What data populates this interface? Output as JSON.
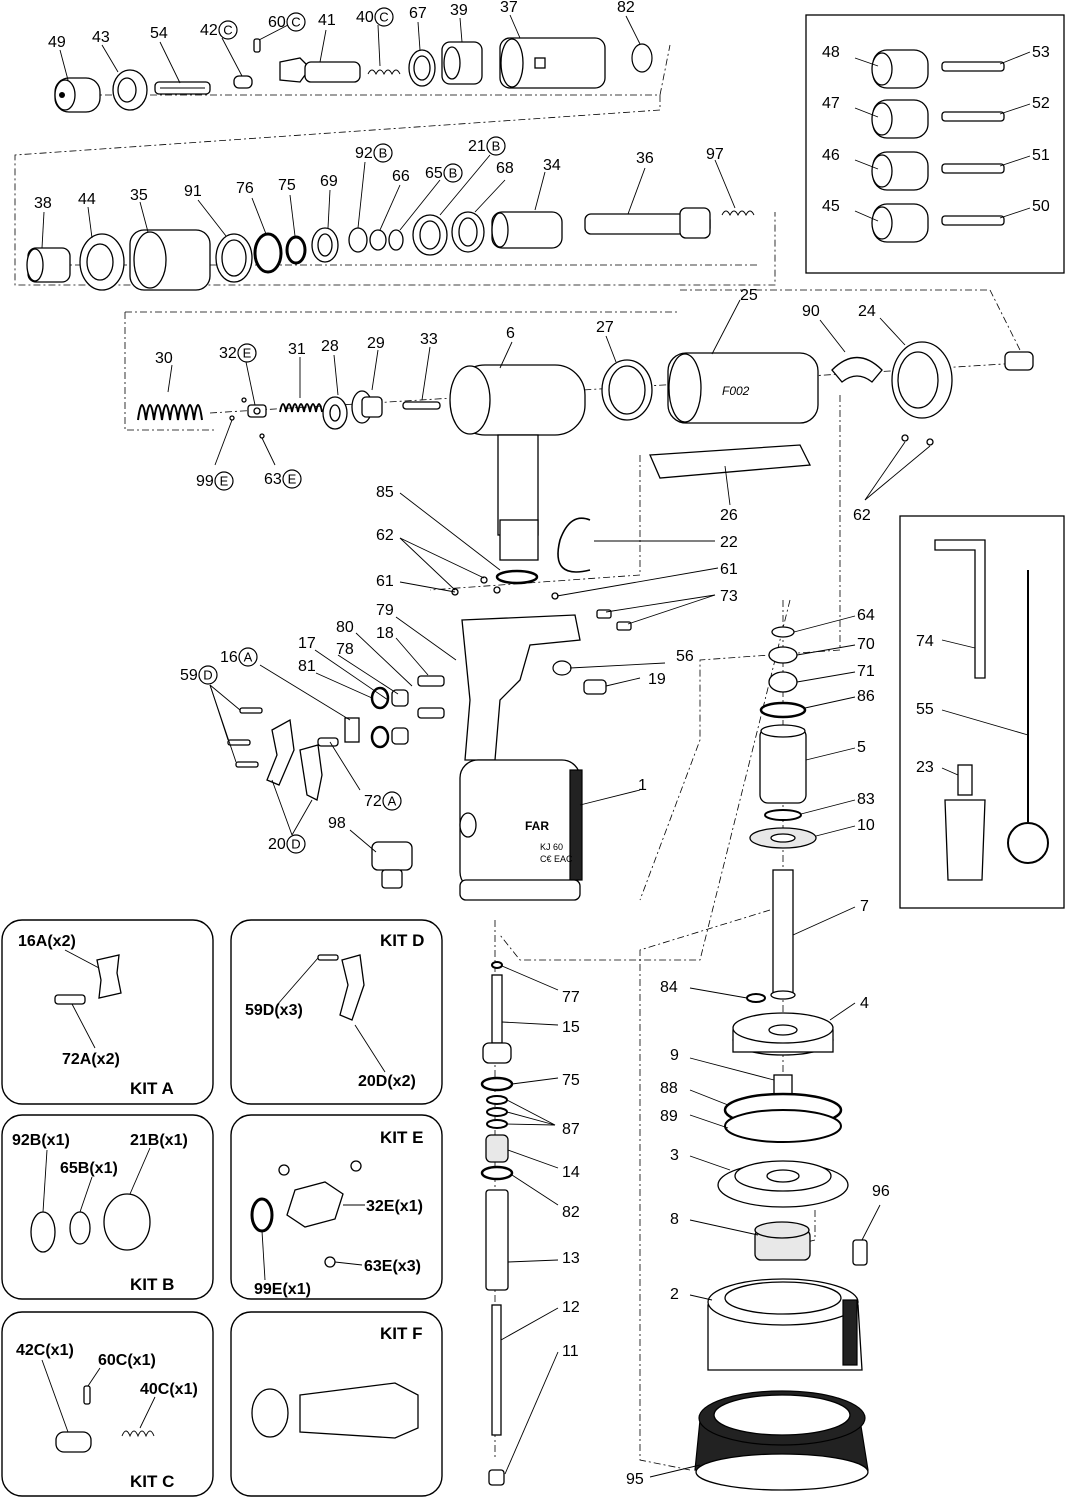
{
  "callouts": [
    {
      "id": "c49",
      "text": "49"
    },
    {
      "id": "c43",
      "text": "43"
    },
    {
      "id": "c54",
      "text": "54"
    },
    {
      "id": "c42",
      "text": "42",
      "letter": "C"
    },
    {
      "id": "c60",
      "text": "60",
      "letter": "C"
    },
    {
      "id": "c41",
      "text": "41"
    },
    {
      "id": "c40",
      "text": "40",
      "letter": "C"
    },
    {
      "id": "c67",
      "text": "67"
    },
    {
      "id": "c39",
      "text": "39"
    },
    {
      "id": "c37",
      "text": "37"
    },
    {
      "id": "c82a",
      "text": "82"
    },
    {
      "id": "c38",
      "text": "38"
    },
    {
      "id": "c44",
      "text": "44"
    },
    {
      "id": "c35",
      "text": "35"
    },
    {
      "id": "c91",
      "text": "91"
    },
    {
      "id": "c76",
      "text": "76"
    },
    {
      "id": "c75a",
      "text": "75"
    },
    {
      "id": "c69",
      "text": "69"
    },
    {
      "id": "c92",
      "text": "92",
      "letter": "B"
    },
    {
      "id": "c66",
      "text": "66"
    },
    {
      "id": "c65",
      "text": "65",
      "letter": "B"
    },
    {
      "id": "c21",
      "text": "21",
      "letter": "B"
    },
    {
      "id": "c68",
      "text": "68"
    },
    {
      "id": "c34",
      "text": "34"
    },
    {
      "id": "c36",
      "text": "36"
    },
    {
      "id": "c97",
      "text": "97"
    },
    {
      "id": "c48",
      "text": "48"
    },
    {
      "id": "c47",
      "text": "47"
    },
    {
      "id": "c46",
      "text": "46"
    },
    {
      "id": "c45",
      "text": "45"
    },
    {
      "id": "c53",
      "text": "53"
    },
    {
      "id": "c52",
      "text": "52"
    },
    {
      "id": "c51",
      "text": "51"
    },
    {
      "id": "c50",
      "text": "50"
    },
    {
      "id": "c25",
      "text": "25"
    },
    {
      "id": "c90",
      "text": "90"
    },
    {
      "id": "c24",
      "text": "24"
    },
    {
      "id": "c30",
      "text": "30"
    },
    {
      "id": "c32",
      "text": "32",
      "letter": "E"
    },
    {
      "id": "c31",
      "text": "31"
    },
    {
      "id": "c28",
      "text": "28"
    },
    {
      "id": "c29",
      "text": "29"
    },
    {
      "id": "c33",
      "text": "33"
    },
    {
      "id": "c6",
      "text": "6"
    },
    {
      "id": "c27",
      "text": "27"
    },
    {
      "id": "c99",
      "text": "99",
      "letter": "E"
    },
    {
      "id": "c63",
      "text": "63",
      "letter": "E"
    },
    {
      "id": "c26",
      "text": "26"
    },
    {
      "id": "c62a",
      "text": "62"
    },
    {
      "id": "c85",
      "text": "85"
    },
    {
      "id": "c62b",
      "text": "62"
    },
    {
      "id": "c22",
      "text": "22"
    },
    {
      "id": "c61a",
      "text": "61"
    },
    {
      "id": "c61b",
      "text": "61"
    },
    {
      "id": "c73",
      "text": "73"
    },
    {
      "id": "c79",
      "text": "79"
    },
    {
      "id": "c18",
      "text": "18"
    },
    {
      "id": "c80",
      "text": "80"
    },
    {
      "id": "c17",
      "text": "17"
    },
    {
      "id": "c78",
      "text": "78"
    },
    {
      "id": "c81",
      "text": "81"
    },
    {
      "id": "c16",
      "text": "16",
      "letter": "A"
    },
    {
      "id": "c59",
      "text": "59",
      "letter": "D"
    },
    {
      "id": "c56",
      "text": "56"
    },
    {
      "id": "c19",
      "text": "19"
    },
    {
      "id": "c72",
      "text": "72",
      "letter": "A"
    },
    {
      "id": "c1",
      "text": "1"
    },
    {
      "id": "c98",
      "text": "98"
    },
    {
      "id": "c20",
      "text": "20",
      "letter": "D"
    },
    {
      "id": "c64",
      "text": "64"
    },
    {
      "id": "c70",
      "text": "70"
    },
    {
      "id": "c71",
      "text": "71"
    },
    {
      "id": "c86",
      "text": "86"
    },
    {
      "id": "c5",
      "text": "5"
    },
    {
      "id": "c83",
      "text": "83"
    },
    {
      "id": "c10",
      "text": "10"
    },
    {
      "id": "c7",
      "text": "7"
    },
    {
      "id": "c74",
      "text": "74"
    },
    {
      "id": "c55",
      "text": "55"
    },
    {
      "id": "c23",
      "text": "23"
    },
    {
      "id": "c77",
      "text": "77"
    },
    {
      "id": "c15",
      "text": "15"
    },
    {
      "id": "c75b",
      "text": "75"
    },
    {
      "id": "c87",
      "text": "87"
    },
    {
      "id": "c14",
      "text": "14"
    },
    {
      "id": "c82b",
      "text": "82"
    },
    {
      "id": "c13",
      "text": "13"
    },
    {
      "id": "c12",
      "text": "12"
    },
    {
      "id": "c11",
      "text": "11"
    },
    {
      "id": "c84",
      "text": "84"
    },
    {
      "id": "c4",
      "text": "4"
    },
    {
      "id": "c9",
      "text": "9"
    },
    {
      "id": "c88",
      "text": "88"
    },
    {
      "id": "c89",
      "text": "89"
    },
    {
      "id": "c3",
      "text": "3"
    },
    {
      "id": "c96",
      "text": "96"
    },
    {
      "id": "c8",
      "text": "8"
    },
    {
      "id": "c2",
      "text": "2"
    },
    {
      "id": "c95",
      "text": "95"
    }
  ],
  "part_markings": {
    "brand": "FAR",
    "model": "KJ 60",
    "ce": "C€ EAC",
    "sleeve_code": "F002"
  },
  "kits": [
    {
      "id": "kitA",
      "name": "KIT A",
      "labels": [
        "16A(x2)",
        "72A(x2)"
      ]
    },
    {
      "id": "kitD",
      "name": "KIT D",
      "labels": [
        "59D(x3)",
        "20D(x2)"
      ]
    },
    {
      "id": "kitB",
      "name": "KIT B",
      "labels": [
        "92B(x1)",
        "65B(x1)",
        "21B(x1)"
      ]
    },
    {
      "id": "kitE",
      "name": "KIT E",
      "labels": [
        "32E(x1)",
        "99E(x1)",
        "63E(x3)"
      ]
    },
    {
      "id": "kitC",
      "name": "KIT C",
      "labels": [
        "42C(x1)",
        "60C(x1)",
        "40C(x1)"
      ]
    },
    {
      "id": "kitF",
      "name": "KIT F",
      "labels": []
    }
  ]
}
